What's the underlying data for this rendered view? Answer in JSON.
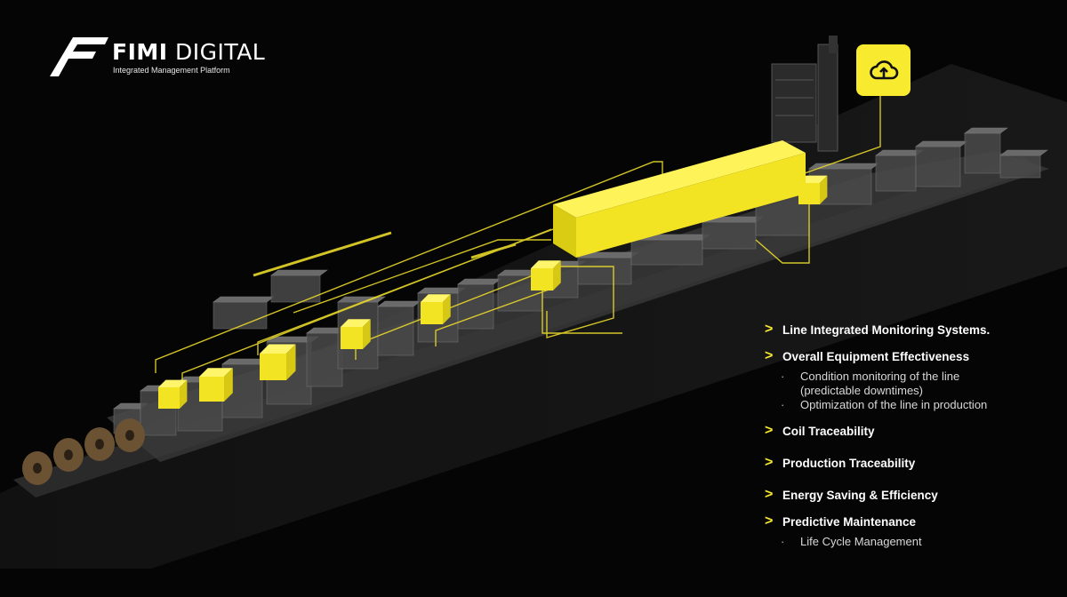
{
  "brand": {
    "title_a": "FIMI",
    "title_b": " DIGITAL",
    "subtitle": "Integrated Management Platform"
  },
  "icons": {
    "logo": "fimi-f-logo-icon",
    "cloud": "cloud-upload-icon",
    "chevron": ">"
  },
  "colors": {
    "accent": "#f8ea2e",
    "background": "#050505"
  },
  "features": [
    {
      "label": "Line Integrated Monitoring Systems.",
      "subs": []
    },
    {
      "label": "Overall Equipment Effectiveness",
      "subs": [
        "Condition monitoring of the line",
        "(predictable downtimes)",
        "Optimization of the line in production"
      ]
    },
    {
      "label": "Coil Traceability",
      "subs": []
    },
    {
      "label": "Production Traceability",
      "subs": []
    },
    {
      "label": "Energy Saving & Efficiency",
      "subs": []
    },
    {
      "label": "Predictive Maintenance",
      "subs": [
        "Life Cycle Management"
      ]
    }
  ]
}
